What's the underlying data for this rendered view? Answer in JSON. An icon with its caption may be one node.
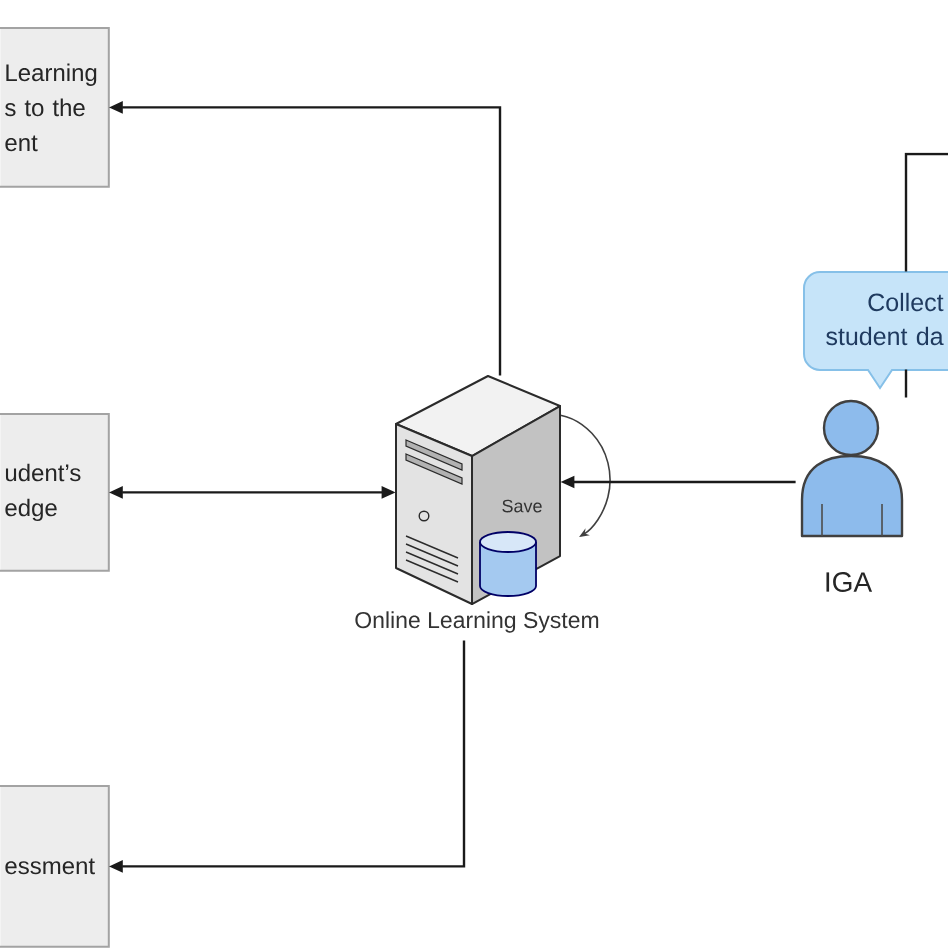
{
  "diagram": {
    "nodes": [
      {
        "text": [
          "Learning s to the ent"
        ]
      },
      {
        "text": [
          "Collect student da"
        ]
      },
      {
        "text": [
          "udent’s edge"
        ]
      },
      {
        "text": [
          "Online Learning System"
        ]
      },
      {
        "text": [
          "IGA"
        ]
      },
      {
        "text": [
          "essment"
        ]
      }
    ],
    "edges": [
      {
        "from": 3,
        "to": 0,
        "arrow": "to"
      },
      {
        "from": 2,
        "to": 3,
        "arrow": "both"
      },
      {
        "from": 4,
        "to": 3,
        "arrow": "to"
      },
      {
        "from": 3,
        "to": 5,
        "arrow": "to"
      },
      {
        "from": 4,
        "to": null,
        "arrow": "none"
      }
    ],
    "labels": [
      "Save"
    ]
  }
}
